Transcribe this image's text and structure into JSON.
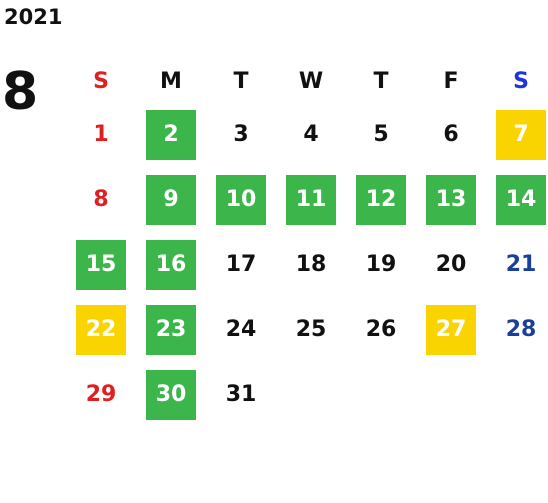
{
  "year": "2021",
  "month": "8",
  "colors": {
    "sunday_red": "#e02020",
    "saturday_blue": "#1a3f9a",
    "saturday_header_blue": "#1c33e0",
    "weekday_text": "#111111",
    "green_highlight": "#3cb54a",
    "yellow_highlight": "#f9d400"
  },
  "weekdays": [
    "S",
    "M",
    "T",
    "W",
    "T",
    "F",
    "S"
  ],
  "days": [
    {
      "label": "1",
      "weekday": 0,
      "highlight": ""
    },
    {
      "label": "2",
      "weekday": 1,
      "highlight": "green"
    },
    {
      "label": "3",
      "weekday": 2,
      "highlight": ""
    },
    {
      "label": "4",
      "weekday": 3,
      "highlight": ""
    },
    {
      "label": "5",
      "weekday": 4,
      "highlight": ""
    },
    {
      "label": "6",
      "weekday": 5,
      "highlight": ""
    },
    {
      "label": "7",
      "weekday": 6,
      "highlight": "yellow"
    },
    {
      "label": "8",
      "weekday": 0,
      "highlight": ""
    },
    {
      "label": "9",
      "weekday": 1,
      "highlight": "green"
    },
    {
      "label": "10",
      "weekday": 2,
      "highlight": "green"
    },
    {
      "label": "11",
      "weekday": 3,
      "highlight": "green"
    },
    {
      "label": "12",
      "weekday": 4,
      "highlight": "green"
    },
    {
      "label": "13",
      "weekday": 5,
      "highlight": "green"
    },
    {
      "label": "14",
      "weekday": 6,
      "highlight": "green"
    },
    {
      "label": "15",
      "weekday": 0,
      "highlight": "green"
    },
    {
      "label": "16",
      "weekday": 1,
      "highlight": "green"
    },
    {
      "label": "17",
      "weekday": 2,
      "highlight": ""
    },
    {
      "label": "18",
      "weekday": 3,
      "highlight": ""
    },
    {
      "label": "19",
      "weekday": 4,
      "highlight": ""
    },
    {
      "label": "20",
      "weekday": 5,
      "highlight": ""
    },
    {
      "label": "21",
      "weekday": 6,
      "highlight": ""
    },
    {
      "label": "22",
      "weekday": 0,
      "highlight": "yellow"
    },
    {
      "label": "23",
      "weekday": 1,
      "highlight": "green"
    },
    {
      "label": "24",
      "weekday": 2,
      "highlight": ""
    },
    {
      "label": "25",
      "weekday": 3,
      "highlight": ""
    },
    {
      "label": "26",
      "weekday": 4,
      "highlight": ""
    },
    {
      "label": "27",
      "weekday": 5,
      "highlight": "yellow"
    },
    {
      "label": "28",
      "weekday": 6,
      "highlight": ""
    },
    {
      "label": "29",
      "weekday": 0,
      "highlight": ""
    },
    {
      "label": "30",
      "weekday": 1,
      "highlight": "green"
    },
    {
      "label": "31",
      "weekday": 2,
      "highlight": ""
    }
  ]
}
